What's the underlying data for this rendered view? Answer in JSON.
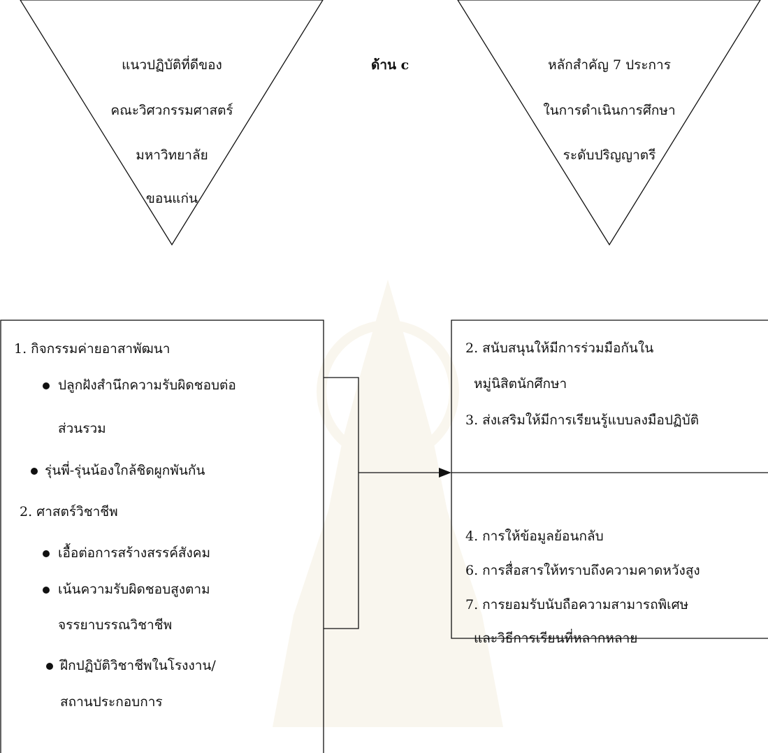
{
  "heading": {
    "label": "ด้าน c"
  },
  "left_triangle": {
    "lines": [
      "แนวปฏิบัติที่ดีของ",
      "คณะวิศวกรรมศาสตร์",
      "มหาวิทยาลัย",
      "ขอนแก่น"
    ]
  },
  "right_triangle": {
    "lines": [
      "หลักสำคัญ 7 ประการ",
      "ในการดำเนินการศึกษา",
      "ระดับปริญญาตรี"
    ]
  },
  "left_box": {
    "item1": {
      "title": "1. กิจกรรมค่ายอาสาพัฒนา",
      "bullets": [
        "ปลูกฝังสำนึกความรับผิดชอบต่อ",
        "ส่วนรวม",
        "รุ่นพี่-รุ่นน้องใกล้ชิดผูกพันกัน"
      ]
    },
    "item2": {
      "title": "2. ศาสตร์วิชาชีพ",
      "bullets": [
        "เอื้อต่อการสร้างสรรค์สังคม",
        "เน้นความรับผิดชอบสูงตาม",
        "จรรยาบรรณวิชาชีพ",
        "ฝึกปฏิบัติวิชาชีพในโรงงาน/",
        "สถานประกอบการ"
      ]
    }
  },
  "right_box": {
    "top_items": [
      "2. สนับสนุนให้มีการร่วมมือกันใน",
      "หมู่นิสิตนักศึกษา",
      "3. ส่งเสริมให้มีการเรียนรู้แบบลงมือปฏิบัติ"
    ],
    "bottom_items": [
      "4. การให้ข้อมูลย้อนกลับ",
      "6. การสื่อสารให้ทราบถึงความคาดหวังสูง",
      "7. การยอมรับนับถือความสามารถพิเศษ",
      "และวิธีการเรียนที่หลากหลาย"
    ]
  }
}
